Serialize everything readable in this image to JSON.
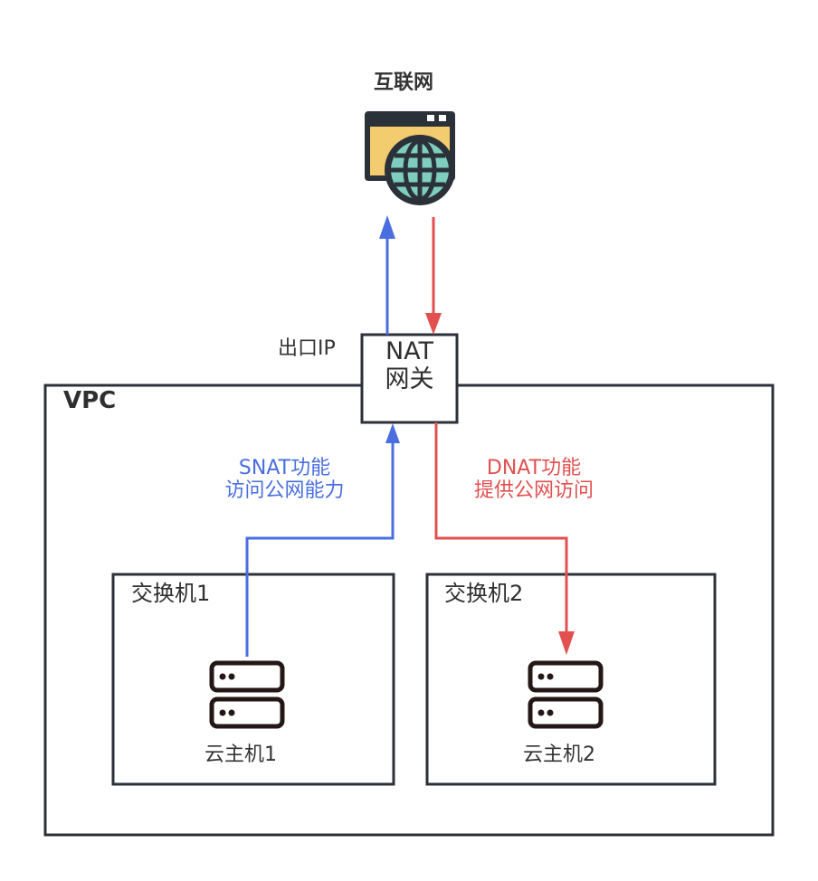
{
  "diagram": {
    "internet": {
      "label": "互联网",
      "icon": "browser-globe-icon"
    },
    "nat_gateway": {
      "line1": "NAT",
      "line2": "网关"
    },
    "egress_ip_label": "出口IP",
    "vpc": {
      "label": "VPC"
    },
    "snat": {
      "line1": "SNAT功能",
      "line2": "访问公网能力"
    },
    "dnat": {
      "line1": "DNAT功能",
      "line2": "提供公网访问"
    },
    "switches": [
      {
        "label": "交换机1",
        "host": {
          "label": "云主机1",
          "icon": "server-icon"
        }
      },
      {
        "label": "交换机2",
        "host": {
          "label": "云主机2",
          "icon": "server-icon"
        }
      }
    ],
    "colors": {
      "snat_flow": "#4a6ee0",
      "dnat_flow": "#e25050",
      "border": "#2b3138",
      "browser_window": "#f2cc6f",
      "globe": "#7ecdbf"
    }
  }
}
